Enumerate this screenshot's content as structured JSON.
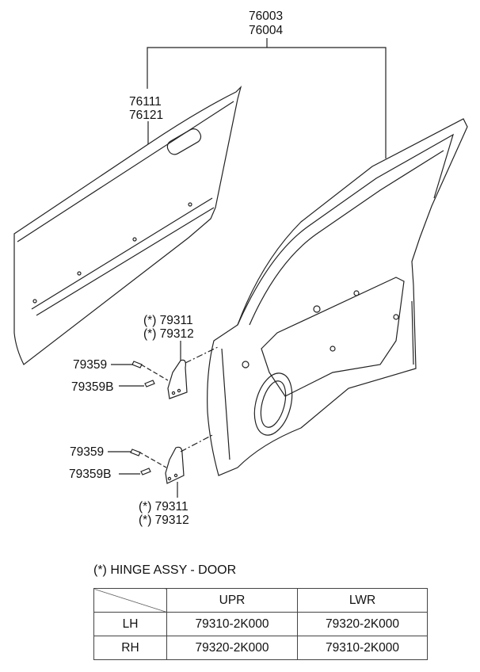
{
  "labels": {
    "door_assy": [
      "76003",
      "76004"
    ],
    "outer_panel": [
      "76111",
      "76121"
    ],
    "upper_hinge": [
      "(*) 79311",
      "(*) 79312"
    ],
    "upper_bolt": "79359",
    "upper_bolt_b": "79359B",
    "lower_bolt": "79359",
    "lower_bolt_b": "79359B",
    "lower_hinge": [
      "(*) 79311",
      "(*) 79312"
    ]
  },
  "hinge_table": {
    "title": "(*) HINGE ASSY - DOOR",
    "columns": [
      "",
      "UPR",
      "LWR"
    ],
    "rows": [
      {
        "side": "LH",
        "upr": "79310-2K000",
        "lwr": "79320-2K000"
      },
      {
        "side": "RH",
        "upr": "79320-2K000",
        "lwr": "79310-2K000"
      }
    ]
  }
}
